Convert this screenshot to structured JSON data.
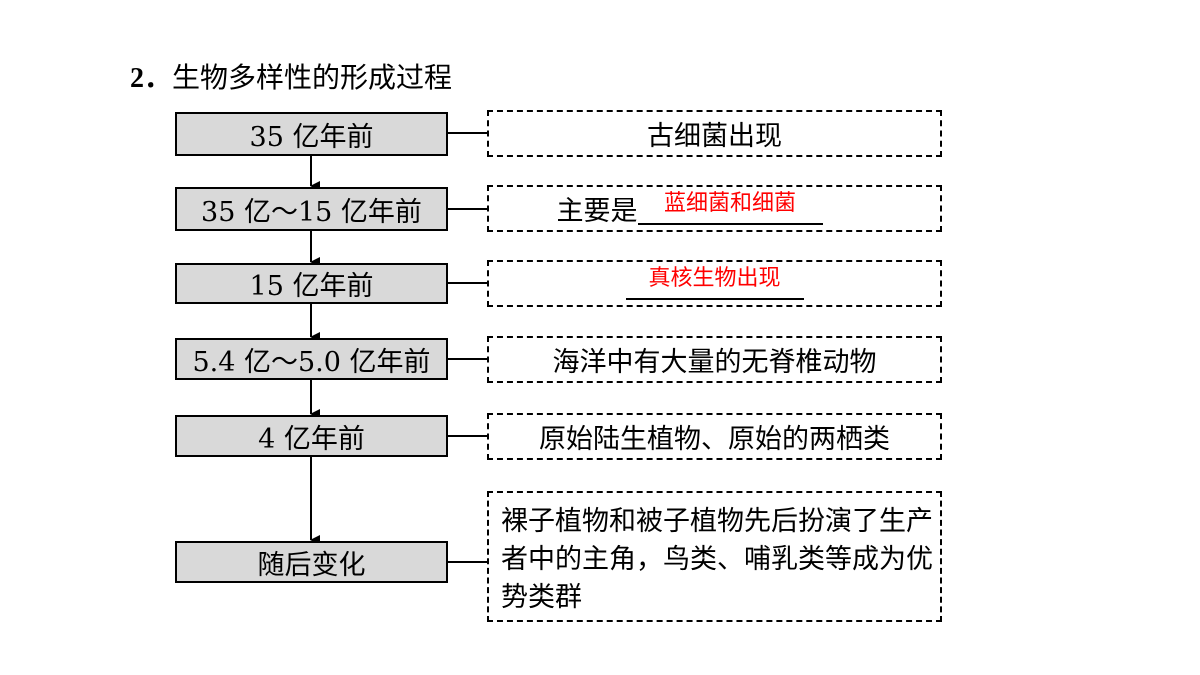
{
  "title": {
    "number": "2．",
    "text": "生物多样性的形成过程"
  },
  "steps": [
    {
      "time": "35 亿年前",
      "event": "古细菌出现"
    },
    {
      "time": "35 亿～15 亿年前",
      "event_prefix": "主要是",
      "answer": "蓝细菌和细菌"
    },
    {
      "time": "15 亿年前",
      "answer": "真核生物出现"
    },
    {
      "time": "5.4 亿～5.0 亿年前",
      "event": "海洋中有大量的无脊椎动物"
    },
    {
      "time": "4 亿年前",
      "event": "原始陆生植物、原始的两栖类"
    },
    {
      "time": "随后变化",
      "event": "裸子植物和被子植物先后扮演了生产者中的主角，鸟类、哺乳类等成为优势类群"
    }
  ],
  "colors": {
    "time_box_fill": "#d9d9d9",
    "answer_text": "#ff0000"
  }
}
